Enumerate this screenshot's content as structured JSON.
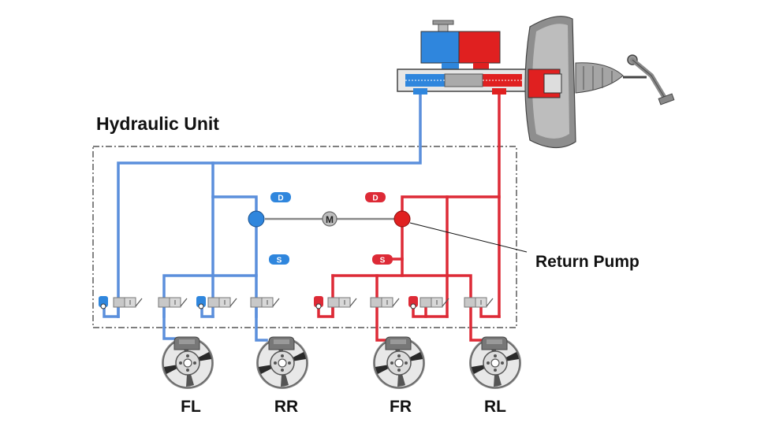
{
  "title": "Hydraulic Unit",
  "pump_label": "Return Pump",
  "motor_label": "M",
  "pump_markers": {
    "discharge": "D",
    "suction": "S"
  },
  "wheels": [
    {
      "id": "fl",
      "label": "FL"
    },
    {
      "id": "rr",
      "label": "RR"
    },
    {
      "id": "fr",
      "label": "FR"
    },
    {
      "id": "rl",
      "label": "RL"
    }
  ],
  "colors": {
    "circuit_1": "#5b8fdc",
    "circuit_2": "#dd2a36",
    "valve": "#c8c8c8",
    "frame": "#333333"
  }
}
